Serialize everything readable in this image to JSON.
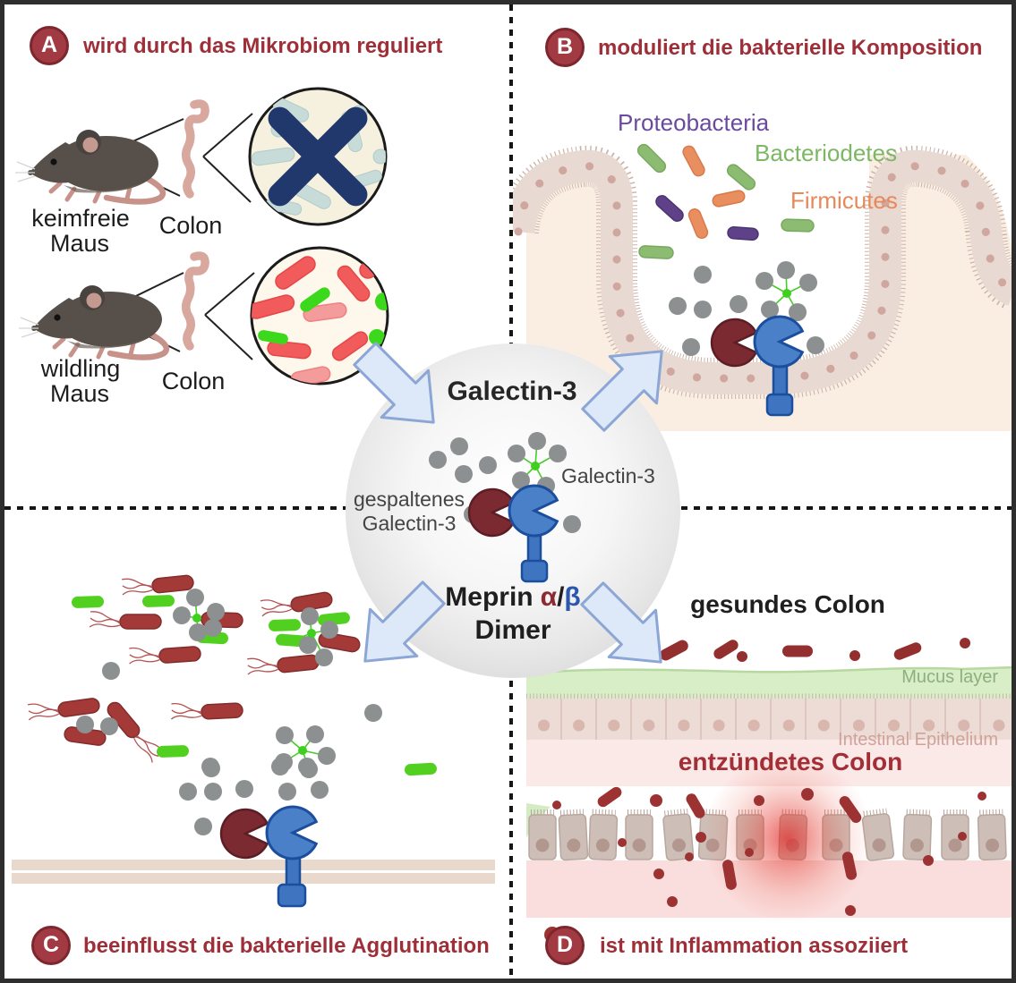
{
  "figure": {
    "type": "four-panel biology schematic",
    "language": "German",
    "subject": "Galectin-3 and Meprin dimer in the intestine"
  },
  "center": {
    "galectin_title": "Galectin-3",
    "galectin_side_label": "Galectin-3",
    "cleaved_line1": "gespaltenes",
    "cleaved_line2": "Galectin-3",
    "meprin_word": "Meprin",
    "meprin_alpha": "α",
    "meprin_slash": "/",
    "meprin_beta": "β",
    "meprin_dimer": "Dimer"
  },
  "panels": {
    "a": {
      "badge": "A",
      "title": "wird durch das Mikrobiom reguliert",
      "mouse1_line1": "keimfreie",
      "mouse1_line2": "Maus",
      "colon1": "Colon",
      "mouse2_line1": "wildling",
      "mouse2_line2": "Maus",
      "colon2": "Colon"
    },
    "b": {
      "badge": "B",
      "title": "moduliert die bakterielle Komposition",
      "taxa": [
        {
          "name": "Proteobacteria",
          "color": "#6a4a9e"
        },
        {
          "name": "Bacteriodetes",
          "color": "#7cb763"
        },
        {
          "name": "Firmicutes",
          "color": "#e8895a"
        }
      ]
    },
    "c": {
      "badge": "C",
      "title": "beeinflusst die bakterielle Agglutination"
    },
    "d": {
      "badge": "D",
      "title": "ist mit Inflammation assoziiert",
      "healthy_label": "gesundes Colon",
      "inflamed_label": "entzündetes Colon",
      "mucus_label": "Mucus layer",
      "epithelium_label": "Intestinal Epithelium"
    }
  },
  "colors": {
    "heading_red": "#9e2f38",
    "badge_fill": "#a13a42",
    "badge_ring": "#7e262e",
    "meprin_alpha_red": "#8c2a32",
    "meprin_beta_blue": "#2b57b0",
    "arrow_fill": "#dde9f8",
    "arrow_border": "#8ca6d6",
    "galectin_gray": "#8c9090",
    "multimer_hub_green": "#3fcf1f",
    "proteobacteria_purple": "#6a4a9e",
    "bacteriodetes_green": "#7cb763",
    "firmicutes_orange": "#e8895a",
    "red_bacteria": "#a33a38",
    "green_bacteria": "#52d01f",
    "crossed_x_navy": "#20386b",
    "mucus_green": "#d8eec6",
    "epithelium_beige": "#ecdcd5",
    "tissue_peach": "#faeee3",
    "inflamed_pink": "#fadedd"
  },
  "icons": {
    "badge-a": "circled letter A",
    "badge-b": "circled letter B",
    "badge-c": "circled letter C",
    "badge-d": "circled letter D",
    "crossed-out-icon": "navy X over germ-free colon microbes",
    "meprin-alpha-icon": "dark-red pacman shape",
    "meprin-beta-icon": "blue pacman shape with membrane anchor",
    "galectin3-icon": "gray sphere",
    "galectin3-multimer-icon": "gray spheres linked by a green hub",
    "block-arrow-icon": "light-blue block arrow"
  }
}
